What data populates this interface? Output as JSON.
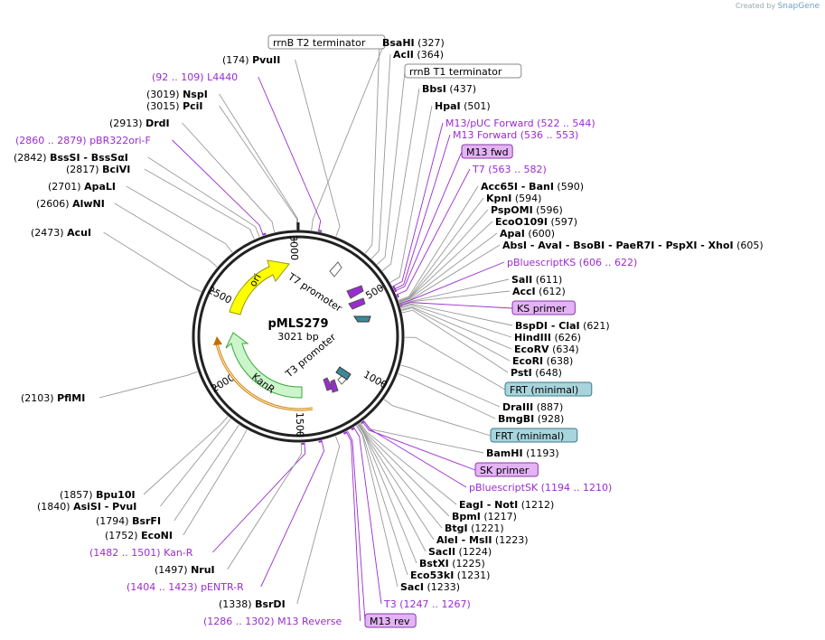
{
  "branding": {
    "created_by": "Created by",
    "app": "SnapGene"
  },
  "plasmid": {
    "name": "pMLS279",
    "size_label": "3021 bp",
    "length": 3021
  },
  "ticks": [
    "500",
    "1000",
    "1500",
    "2000",
    "2500",
    "3000"
  ],
  "features": [
    {
      "name": "ori",
      "color": "#ffff00",
      "stroke": "#9a9a00"
    },
    {
      "name": "KanR",
      "color": "#ccf5cc",
      "stroke": "#33aa33"
    },
    {
      "name": "T7 promoter",
      "color": "#ffffff"
    },
    {
      "name": "T3 promoter",
      "color": "#ffffff"
    }
  ],
  "labels": [
    {
      "id": "rrnb-t2",
      "pos": "",
      "name": "rrnB T2 terminator",
      "kind": "box-white"
    },
    {
      "id": "pvuii-174",
      "pos": "(174)",
      "name": "PvuII",
      "kind": "enzyme"
    },
    {
      "id": "l4440",
      "pos": "(92 .. 109)",
      "name": "L4440",
      "kind": "primer"
    },
    {
      "id": "nspi",
      "pos": "(3019)",
      "name": "NspI",
      "kind": "enzyme"
    },
    {
      "id": "pcii",
      "pos": "(3015)",
      "name": "PciI",
      "kind": "enzyme"
    },
    {
      "id": "drdi",
      "pos": "(2913)",
      "name": "DrdI",
      "kind": "enzyme"
    },
    {
      "id": "pbr322",
      "pos": "(2860 .. 2879)",
      "name": "pBR322ori-F",
      "kind": "primer"
    },
    {
      "id": "bsssi",
      "pos": "(2842)",
      "name": "BssSI  - BssSαI",
      "kind": "enzyme"
    },
    {
      "id": "bcivi",
      "pos": "(2817)",
      "name": "BciVI",
      "kind": "enzyme"
    },
    {
      "id": "apali",
      "pos": "(2701)",
      "name": "ApaLI",
      "kind": "enzyme"
    },
    {
      "id": "alwni",
      "pos": "(2606)",
      "name": "AlwNI",
      "kind": "enzyme"
    },
    {
      "id": "acui",
      "pos": "(2473)",
      "name": "AcuI",
      "kind": "enzyme"
    },
    {
      "id": "pflmi",
      "pos": "(2103)",
      "name": "PflMI",
      "kind": "enzyme"
    },
    {
      "id": "bpu10i",
      "pos": "(1857)",
      "name": "Bpu10I",
      "kind": "enzyme"
    },
    {
      "id": "asisi",
      "pos": "(1840)",
      "name": "AsiSI  - PvuI",
      "kind": "enzyme"
    },
    {
      "id": "bsrfi",
      "pos": "(1794)",
      "name": "BsrFI",
      "kind": "enzyme"
    },
    {
      "id": "econi",
      "pos": "(1752)",
      "name": "EcoNI",
      "kind": "enzyme"
    },
    {
      "id": "kanr-primer",
      "pos": "(1482 .. 1501)",
      "name": "Kan-R",
      "kind": "primer"
    },
    {
      "id": "nrui",
      "pos": "(1497)",
      "name": "NruI",
      "kind": "enzyme"
    },
    {
      "id": "pentr-r",
      "pos": "(1404 .. 1423)",
      "name": "pENTR-R",
      "kind": "primer"
    },
    {
      "id": "bsrdi",
      "pos": "(1338)",
      "name": "BsrDI",
      "kind": "enzyme"
    },
    {
      "id": "m13rev-long",
      "pos": "(1286 .. 1302)",
      "name": "M13 Reverse",
      "kind": "primer"
    },
    {
      "id": "bsahi",
      "pos": "(327)",
      "name": "BsaHI",
      "kind": "enzyme-right"
    },
    {
      "id": "acli",
      "pos": "(364)",
      "name": "AclI",
      "kind": "enzyme-right"
    },
    {
      "id": "rrnb-t1",
      "pos": "",
      "name": "rrnB T1 terminator",
      "kind": "box-white"
    },
    {
      "id": "bbsi",
      "pos": "(437)",
      "name": "BbsI",
      "kind": "enzyme-right"
    },
    {
      "id": "hpai",
      "pos": "(501)",
      "name": "HpaI",
      "kind": "enzyme-right"
    },
    {
      "id": "m13puc",
      "pos": "(522 .. 544)",
      "name": "M13/pUC Forward",
      "kind": "primer-right"
    },
    {
      "id": "m13fwd-long",
      "pos": "(536 .. 553)",
      "name": "M13 Forward",
      "kind": "primer-right"
    },
    {
      "id": "m13fwd",
      "pos": "",
      "name": "M13 fwd",
      "kind": "box-purple"
    },
    {
      "id": "t7",
      "pos": "(563 .. 582)",
      "name": "T7",
      "kind": "primer-right"
    },
    {
      "id": "acc65i",
      "pos": "(590)",
      "name": "Acc65I  - BanI",
      "kind": "enzyme-right"
    },
    {
      "id": "kpni",
      "pos": "(594)",
      "name": "KpnI",
      "kind": "enzyme-right"
    },
    {
      "id": "pspomi",
      "pos": "(596)",
      "name": "PspOMI",
      "kind": "enzyme-right"
    },
    {
      "id": "ecoo109i",
      "pos": "(597)",
      "name": "EcoO109I",
      "kind": "enzyme-right"
    },
    {
      "id": "apai",
      "pos": "(600)",
      "name": "ApaI",
      "kind": "enzyme-right"
    },
    {
      "id": "absi",
      "pos": "(605)",
      "name": "AbsI  - AvaI  - BsoBI  - PaeR7I  - PspXI  - XhoI",
      "kind": "enzyme-right"
    },
    {
      "id": "pbluescriptks",
      "pos": "(606 .. 622)",
      "name": "pBluescriptKS",
      "kind": "primer-right"
    },
    {
      "id": "sali",
      "pos": "(611)",
      "name": "SalI",
      "kind": "enzyme-right"
    },
    {
      "id": "acci",
      "pos": "(612)",
      "name": "AccI",
      "kind": "enzyme-right"
    },
    {
      "id": "ks-primer",
      "pos": "",
      "name": "KS primer",
      "kind": "box-purple"
    },
    {
      "id": "bspdi",
      "pos": "(621)",
      "name": "BspDI  - ClaI",
      "kind": "enzyme-right"
    },
    {
      "id": "hindiii",
      "pos": "(626)",
      "name": "HindIII",
      "kind": "enzyme-right"
    },
    {
      "id": "ecorv",
      "pos": "(634)",
      "name": "EcoRV",
      "kind": "enzyme-right"
    },
    {
      "id": "ecori",
      "pos": "(638)",
      "name": "EcoRI",
      "kind": "enzyme-right"
    },
    {
      "id": "psti",
      "pos": "(648)",
      "name": "PstI",
      "kind": "enzyme-right"
    },
    {
      "id": "frt1",
      "pos": "",
      "name": "FRT (minimal)",
      "kind": "box-teal"
    },
    {
      "id": "draiii",
      "pos": "(887)",
      "name": "DraIII",
      "kind": "enzyme-right"
    },
    {
      "id": "bmgbi",
      "pos": "(928)",
      "name": "BmgBI",
      "kind": "enzyme-right"
    },
    {
      "id": "frt2",
      "pos": "",
      "name": "FRT (minimal)",
      "kind": "box-teal"
    },
    {
      "id": "bamhi",
      "pos": "(1193)",
      "name": "BamHI",
      "kind": "enzyme-right"
    },
    {
      "id": "sk-primer",
      "pos": "",
      "name": "SK primer",
      "kind": "box-purple"
    },
    {
      "id": "pbluescriptsk",
      "pos": "(1194 .. 1210)",
      "name": "pBluescriptSK",
      "kind": "primer-right"
    },
    {
      "id": "eagi",
      "pos": "(1212)",
      "name": "EagI  - NotI",
      "kind": "enzyme-right"
    },
    {
      "id": "bpmi",
      "pos": "(1217)",
      "name": "BpmI",
      "kind": "enzyme-right"
    },
    {
      "id": "btgi",
      "pos": "(1221)",
      "name": "BtgI",
      "kind": "enzyme-right"
    },
    {
      "id": "alei",
      "pos": "(1223)",
      "name": "AleI  - MslI",
      "kind": "enzyme-right"
    },
    {
      "id": "sacii",
      "pos": "(1224)",
      "name": "SacII",
      "kind": "enzyme-right"
    },
    {
      "id": "bstxi",
      "pos": "(1225)",
      "name": "BstXI",
      "kind": "enzyme-right"
    },
    {
      "id": "eco53ki",
      "pos": "(1231)",
      "name": "Eco53kI",
      "kind": "enzyme-right"
    },
    {
      "id": "saci",
      "pos": "(1233)",
      "name": "SacI",
      "kind": "enzyme-right"
    },
    {
      "id": "t3",
      "pos": "(1247 .. 1267)",
      "name": "T3",
      "kind": "primer-right"
    },
    {
      "id": "m13rev",
      "pos": "",
      "name": "M13 rev",
      "kind": "box-purple"
    }
  ]
}
